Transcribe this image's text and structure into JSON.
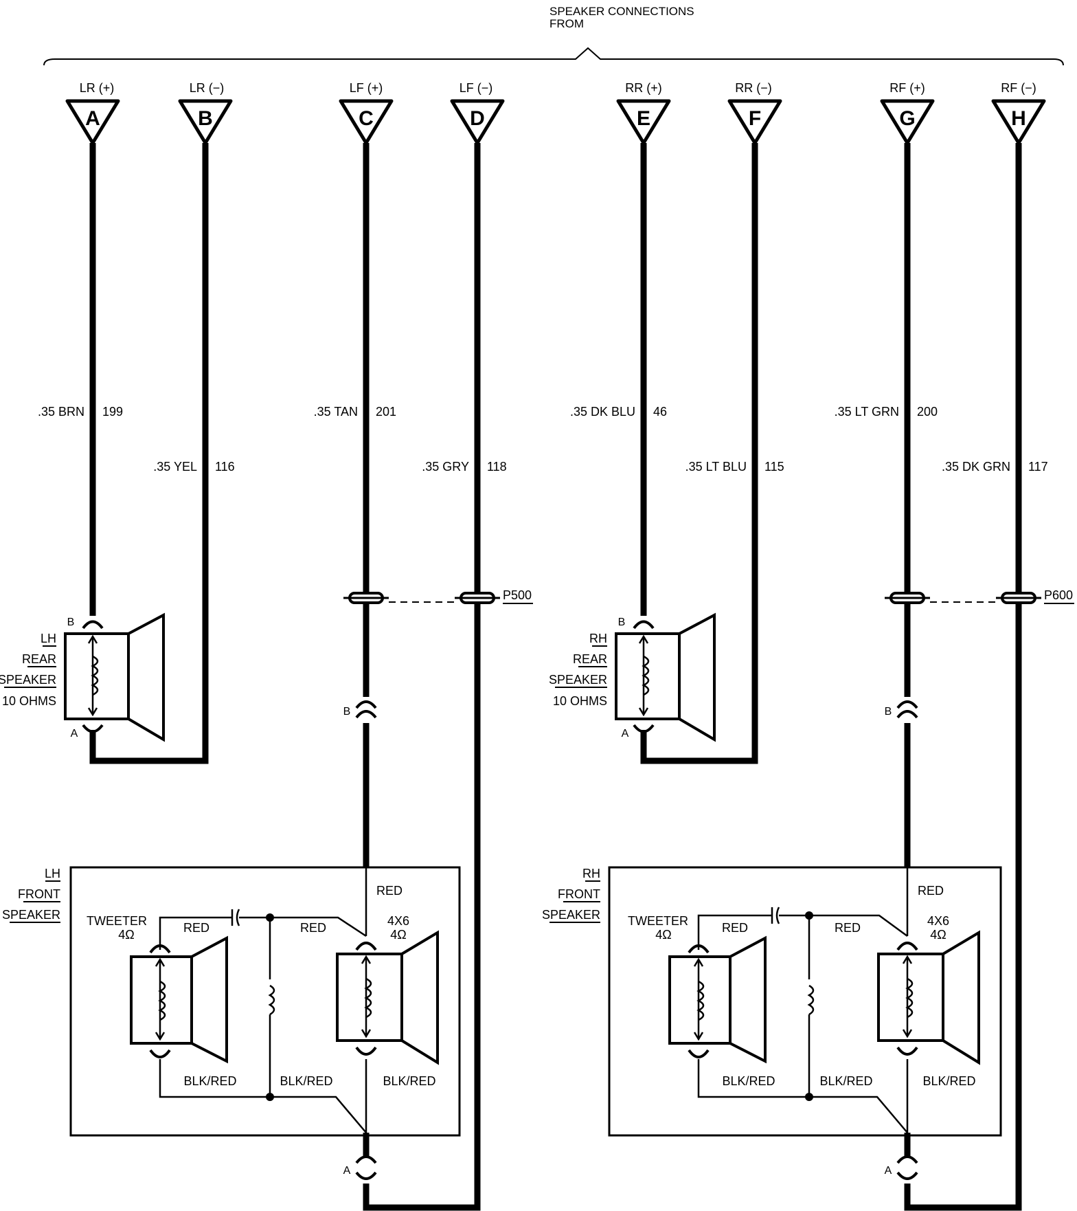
{
  "header": {
    "title_line1": "SPEAKER CONNECTIONS",
    "title_line2": "FROM"
  },
  "terminals": [
    {
      "id": "A",
      "label": "LR (+)",
      "wire": ".35 BRN",
      "circuit": "199"
    },
    {
      "id": "B",
      "label": "LR (−)",
      "wire": ".35 YEL",
      "circuit": "116"
    },
    {
      "id": "C",
      "label": "LF (+)",
      "wire": ".35 TAN",
      "circuit": "201"
    },
    {
      "id": "D",
      "label": "LF (−)",
      "wire": ".35 GRY",
      "circuit": "118"
    },
    {
      "id": "E",
      "label": "RR (+)",
      "wire": ".35 DK BLU",
      "circuit": "46"
    },
    {
      "id": "F",
      "label": "RR (−)",
      "wire": ".35 LT BLU",
      "circuit": "115"
    },
    {
      "id": "G",
      "label": "RF (+)",
      "wire": ".35 LT GRN",
      "circuit": "200"
    },
    {
      "id": "H",
      "label": "RF (−)",
      "wire": ".35 DK GRN",
      "circuit": "117"
    }
  ],
  "connectors": {
    "left": "P500",
    "right": "P600"
  },
  "pins": {
    "a": "A",
    "b": "B"
  },
  "rear_speakers": {
    "left": {
      "line1": "LH",
      "line2": "REAR",
      "line3": "SPEAKER",
      "line4": "10 OHMS"
    },
    "right": {
      "line1": "RH",
      "line2": "REAR",
      "line3": "SPEAKER",
      "line4": "10 OHMS"
    }
  },
  "front_speakers": {
    "left": {
      "line1": "LH",
      "line2": "FRONT",
      "line3": "SPEAKER"
    },
    "right": {
      "line1": "RH",
      "line2": "FRONT",
      "line3": "SPEAKER"
    }
  },
  "front_internal": {
    "tweeter": "TWEETER",
    "tweeter_ohms": "4Ω",
    "woofer": "4X6",
    "woofer_ohms": "4Ω",
    "red": "RED",
    "blkred": "BLK/RED"
  }
}
